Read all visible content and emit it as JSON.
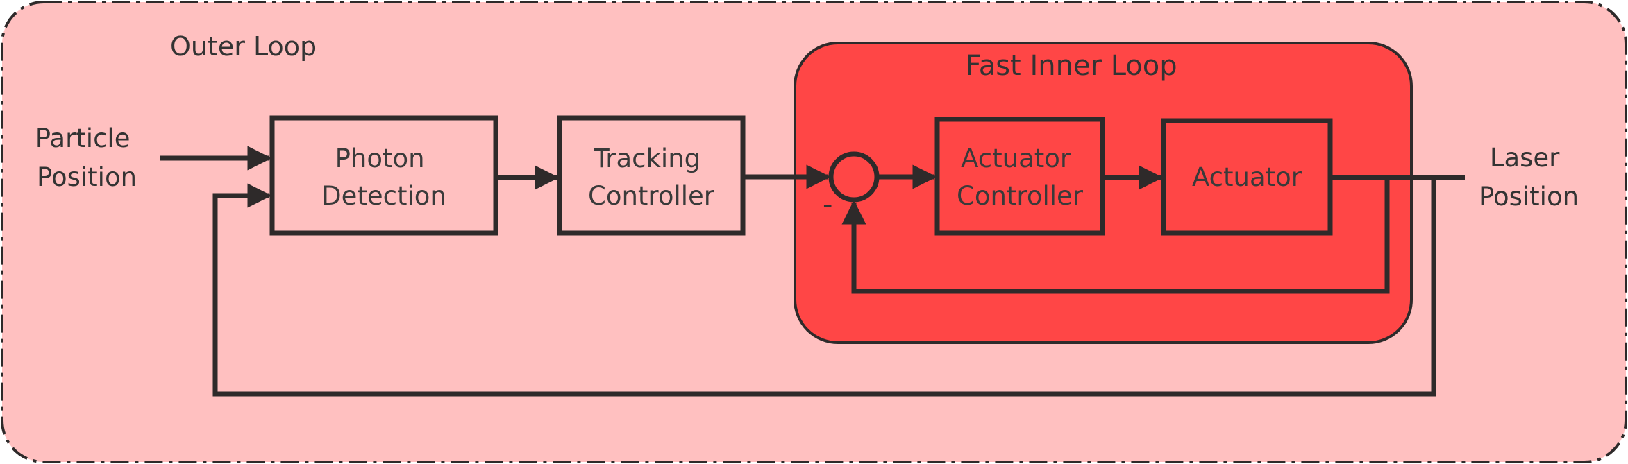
{
  "outer_loop": {
    "label": "Outer Loop",
    "fill": "#ffc0c0"
  },
  "inner_loop": {
    "label": "Fast Inner Loop",
    "fill": "#ff4646"
  },
  "input": {
    "line1": "Particle",
    "line2": "Position"
  },
  "output": {
    "line1": "Laser",
    "line2": "Position"
  },
  "blocks": {
    "photon_detection": {
      "line1": "Photon",
      "line2": "Detection"
    },
    "tracking_controller": {
      "line1": "Tracking",
      "line2": "Controller"
    },
    "actuator_controller": {
      "line1": "Actuator",
      "line2": "Controller"
    },
    "actuator": {
      "line1": "Actuator"
    }
  },
  "summing_junction": {
    "sign": "-"
  },
  "colors": {
    "line": "#2e2a2a"
  }
}
